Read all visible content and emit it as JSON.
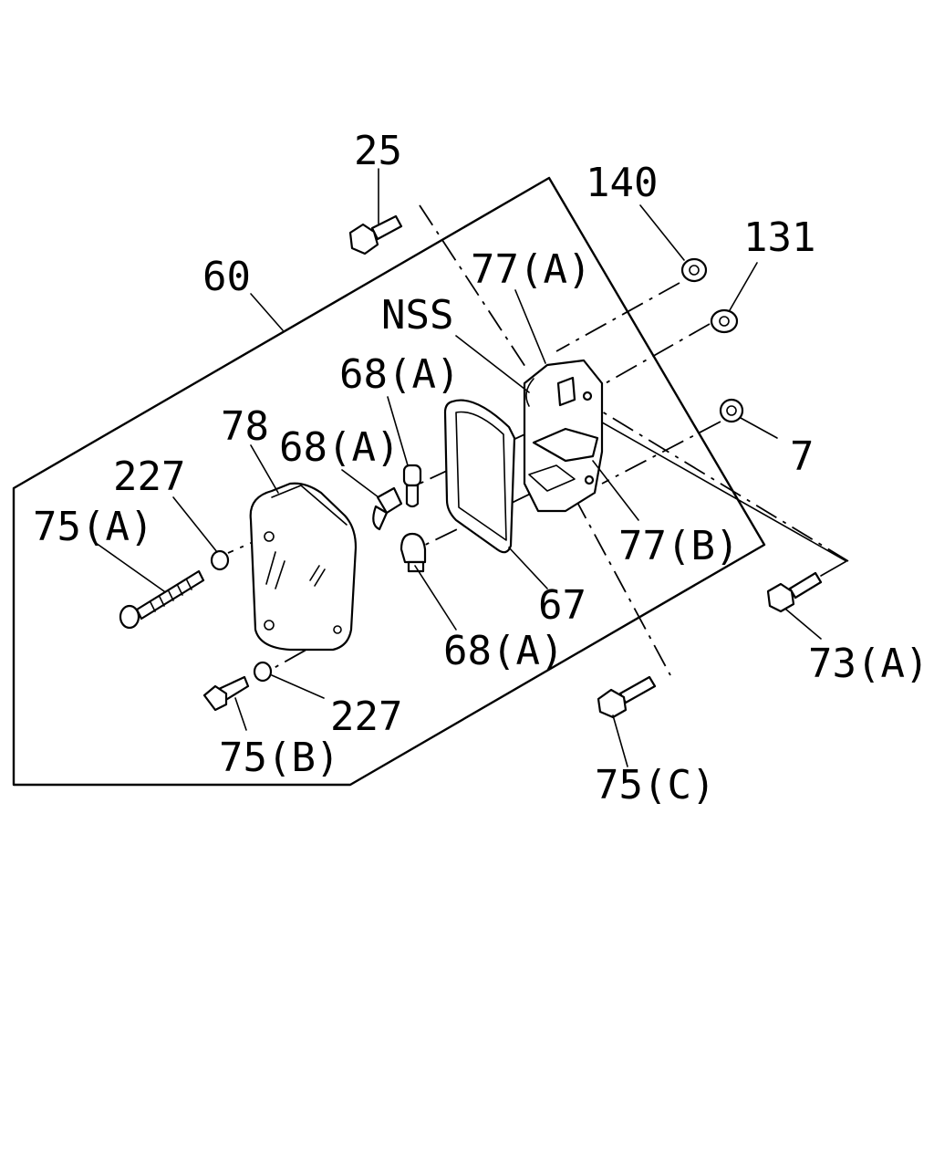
{
  "callouts": {
    "c25": "25",
    "c140": "140",
    "c131": "131",
    "c60": "60",
    "c77a": "77(A)",
    "cnss": "NSS",
    "c68a_top": "68(A)",
    "c78": "78",
    "c68a_mid": "68(A)",
    "c227_top": "227",
    "c75a": "75(A)",
    "c7": "7",
    "c77b": "77(B)",
    "c67": "67",
    "c68a_bot": "68(A)",
    "c73a": "73(A)",
    "c227_bot": "227",
    "c75b": "75(B)",
    "c75c": "75(C)"
  }
}
